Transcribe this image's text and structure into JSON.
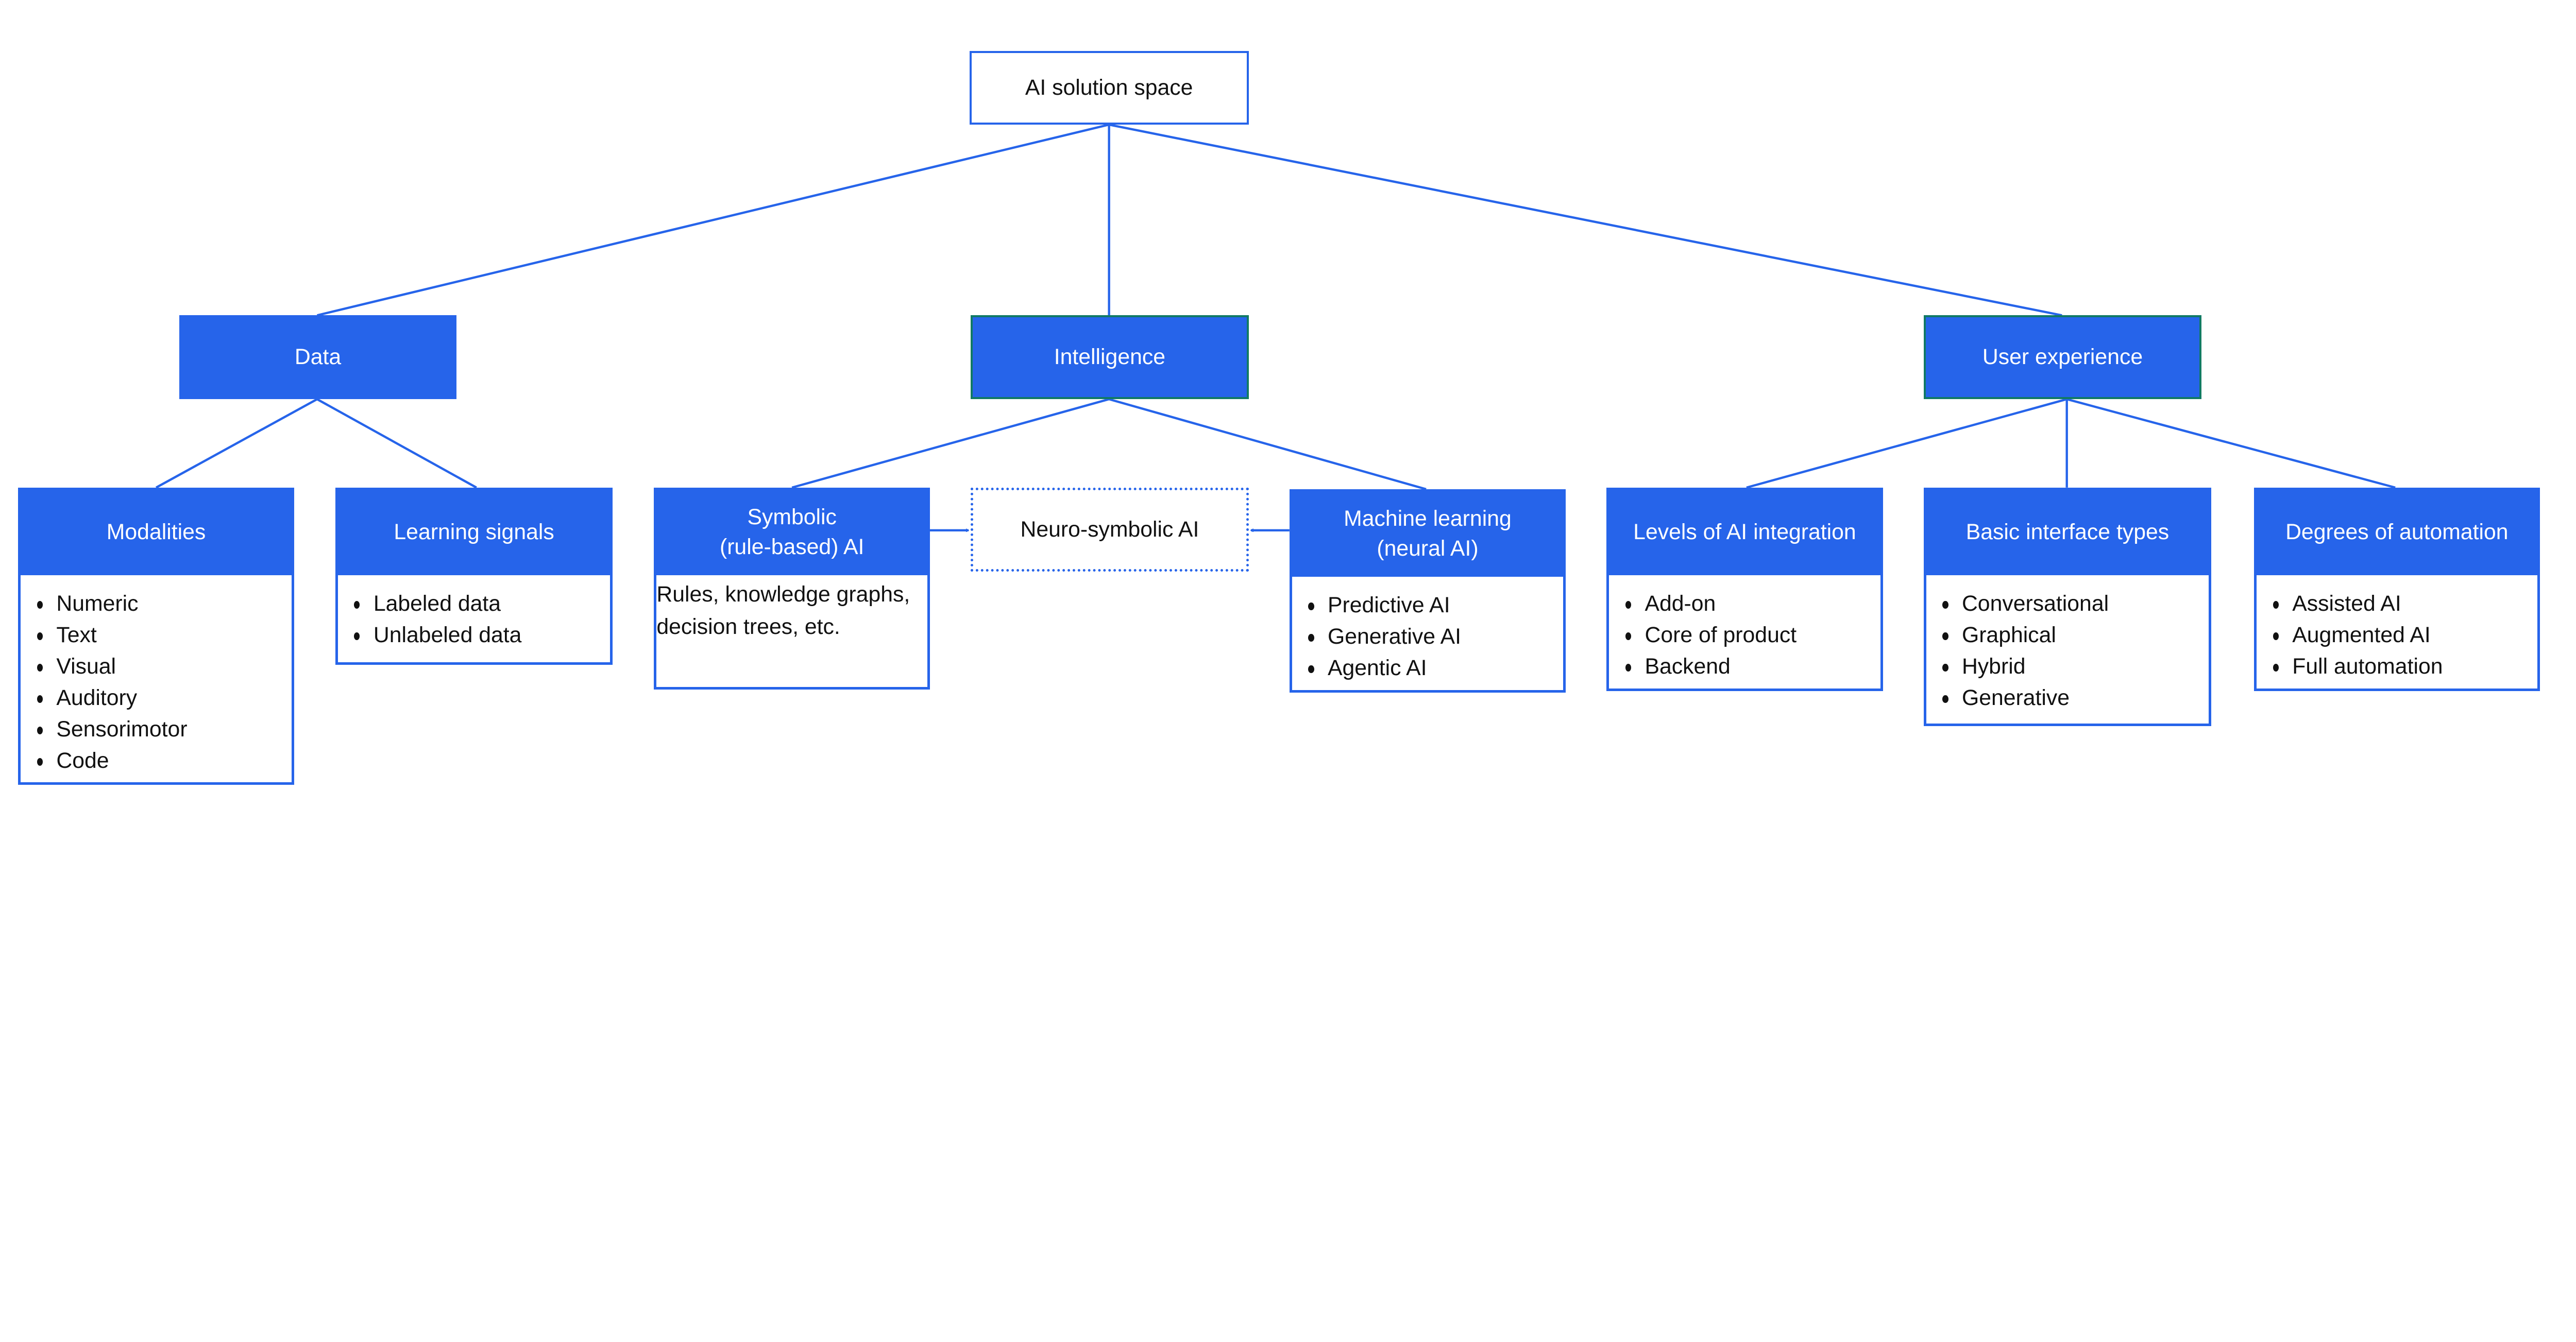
{
  "colors": {
    "accent": "#2664EA",
    "intelligence_border": "#117a65",
    "text": "#111111"
  },
  "root": {
    "label": "AI solution space"
  },
  "level1": {
    "data": "Data",
    "intelligence": "Intelligence",
    "ux": "User experience"
  },
  "modalities": {
    "title": "Modalities",
    "items": [
      "Numeric",
      "Text",
      "Visual",
      "Auditory",
      "Sensorimotor",
      "Code"
    ]
  },
  "learning": {
    "title": "Learning signals",
    "items": [
      "Labeled data",
      "Unlabeled data"
    ]
  },
  "symbolic": {
    "title_line1": "Symbolic",
    "title_line2": "(rule-based) AI",
    "description": "Rules, knowledge graphs, decision trees, etc."
  },
  "neuro": {
    "label": "Neuro-symbolic AI"
  },
  "ml": {
    "title_line1": "Machine learning",
    "title_line2": "(neural AI)",
    "items": [
      "Predictive AI",
      "Generative AI",
      "Agentic AI"
    ]
  },
  "levels": {
    "title": "Levels of AI integration",
    "items": [
      "Add-on",
      "Core of product",
      "Backend"
    ]
  },
  "interfaces": {
    "title": "Basic interface types",
    "items": [
      "Conversational",
      "Graphical",
      "Hybrid",
      "Generative"
    ]
  },
  "automation": {
    "title": "Degrees of automation",
    "items": [
      "Assisted AI",
      "Augmented AI",
      "Full automation"
    ]
  }
}
